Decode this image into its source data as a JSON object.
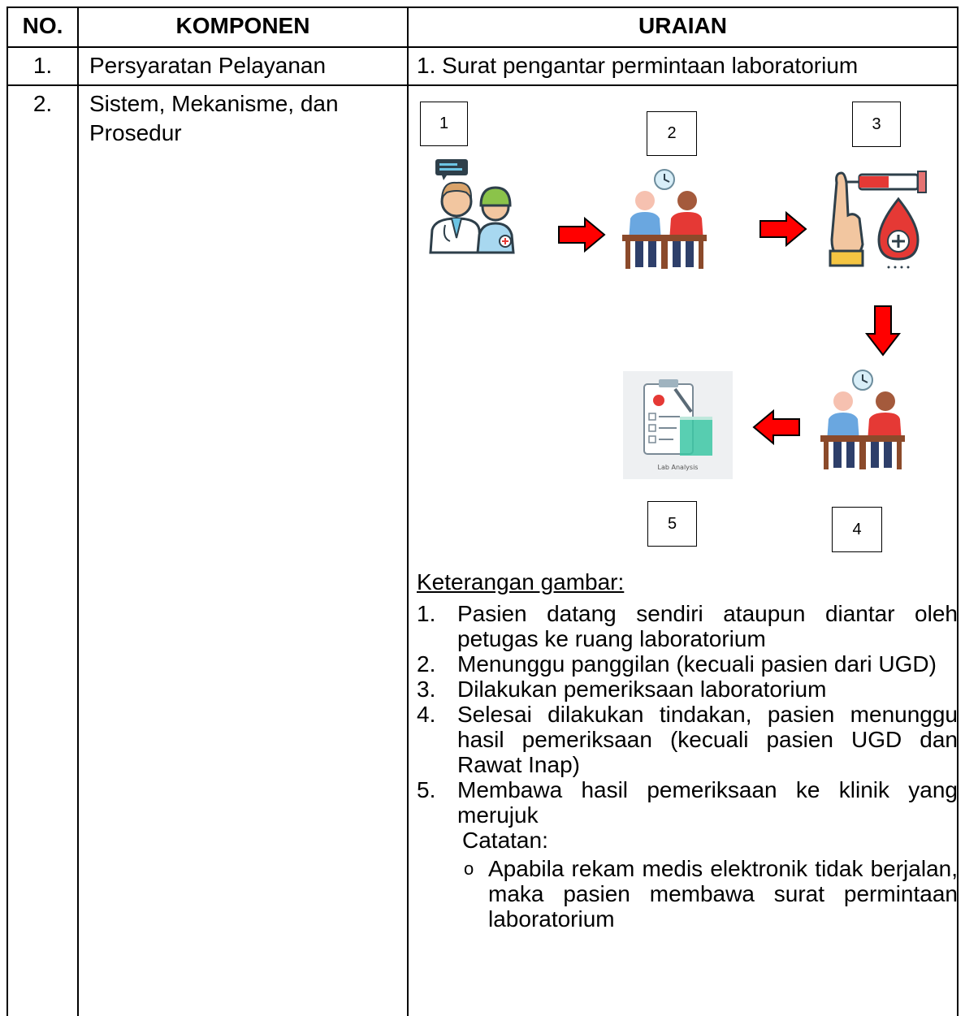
{
  "table": {
    "headers": {
      "no": "NO.",
      "komponen": "KOMPONEN",
      "uraian": "URAIAN"
    },
    "rows": [
      {
        "no": "1.",
        "komponen": "Persyaratan Pelayanan",
        "uraian": "1. Surat pengantar permintaan laboratorium"
      },
      {
        "no": "2.",
        "komponen_line1": "Sistem, Mekanisme, dan",
        "komponen_line2": "Prosedur"
      }
    ]
  },
  "flow": {
    "steps": [
      {
        "number": "1",
        "icon": "doctor-and-patient-icon"
      },
      {
        "number": "2",
        "icon": "waiting-patients-icon"
      },
      {
        "number": "3",
        "icon": "blood-test-icon"
      },
      {
        "number": "4",
        "icon": "waiting-patients-icon"
      },
      {
        "number": "5",
        "icon": "lab-analysis-clipboard-icon",
        "caption": "Lab Analysis"
      }
    ],
    "arrow_color": "#ff0000"
  },
  "notes": {
    "title": "Keterangan gambar:",
    "items": [
      {
        "num": "1.",
        "text": "Pasien datang sendiri ataupun diantar oleh petugas ke ruang laboratorium"
      },
      {
        "num": "2.",
        "text": "Menunggu panggilan (kecuali pasien dari UGD)"
      },
      {
        "num": "3.",
        "text": "Dilakukan pemeriksaan laboratorium"
      },
      {
        "num": "4.",
        "text": "Selesai dilakukan tindakan, pasien menunggu hasil pemeriksaan (kecuali pasien UGD dan Rawat Inap)"
      },
      {
        "num": "5.",
        "text": "Membawa hasil pemeriksaan ke klinik yang merujuk"
      }
    ],
    "catatan_label": "Catatan:",
    "catatan_bullet": "o",
    "catatan_text": "Apabila rekam medis elektronik tidak berjalan, maka pasien membawa surat permintaan laboratorium"
  }
}
